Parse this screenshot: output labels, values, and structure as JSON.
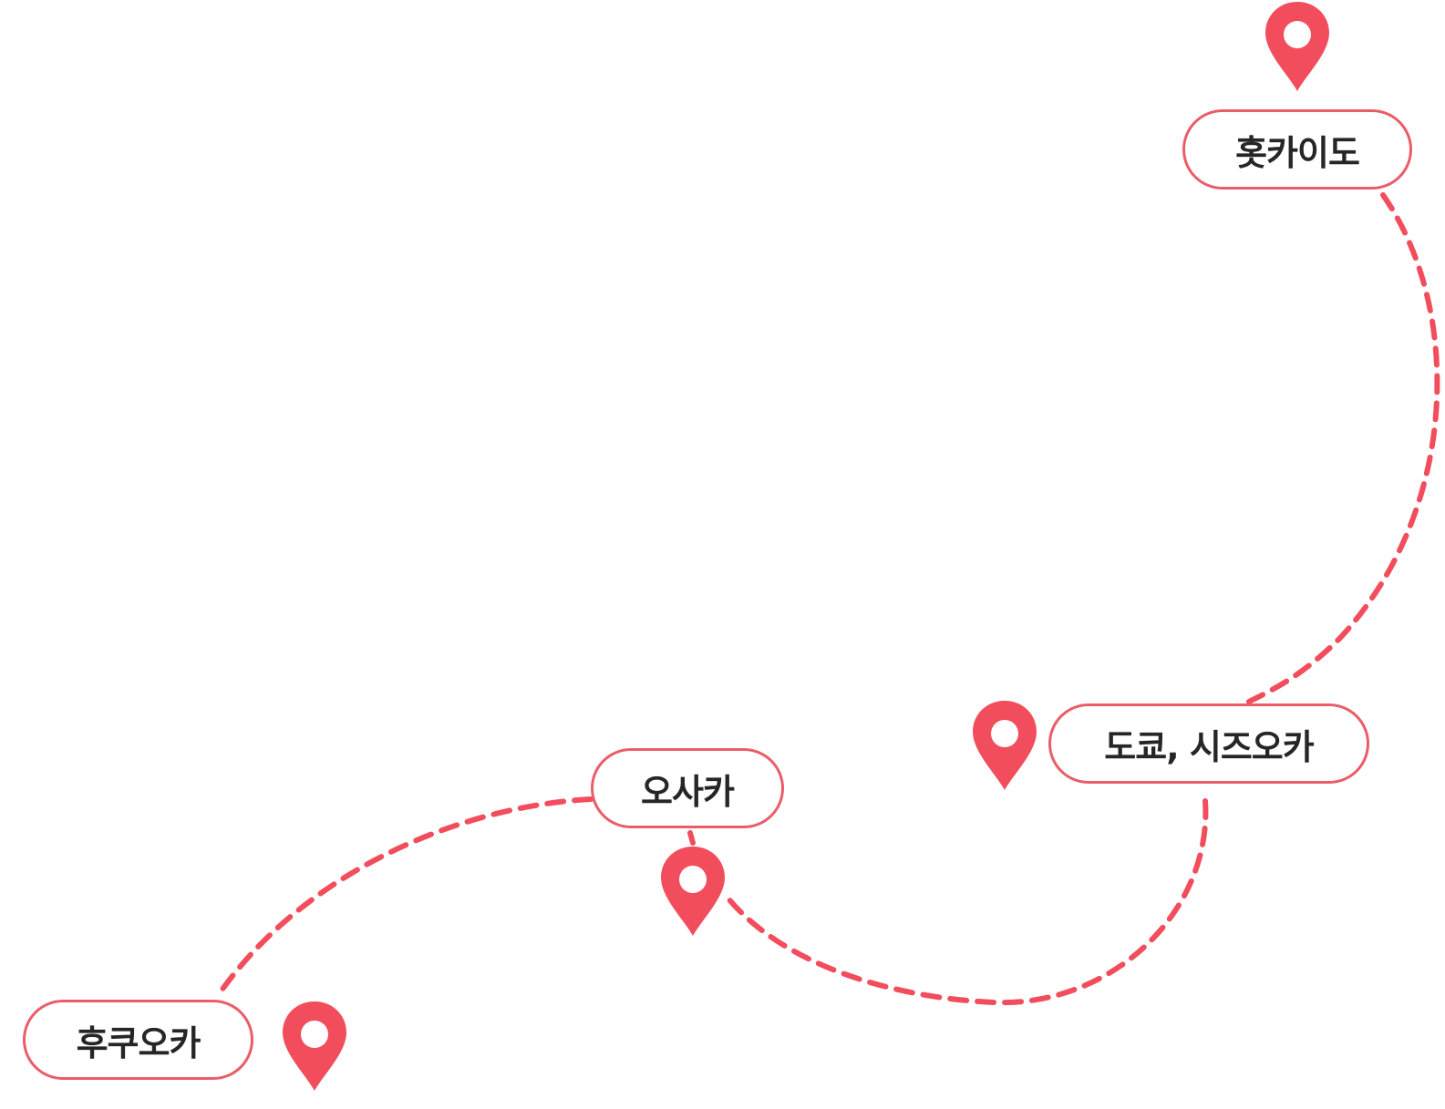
{
  "map": {
    "route_color": "#f24d5d",
    "pin_color": "#f24d5d",
    "label_border_color": "#ea5d68",
    "text_color": "#262626",
    "stops": [
      {
        "id": "hokkaido",
        "label": "홋카이도",
        "icon": "map-pin-icon"
      },
      {
        "id": "tokyo-shizuoka",
        "label": "도쿄, 시즈오카",
        "icon": "map-pin-icon"
      },
      {
        "id": "osaka",
        "label": "오사카",
        "icon": "map-pin-icon"
      },
      {
        "id": "fukuoka",
        "label": "후쿠오카",
        "icon": "map-pin-icon"
      }
    ]
  }
}
